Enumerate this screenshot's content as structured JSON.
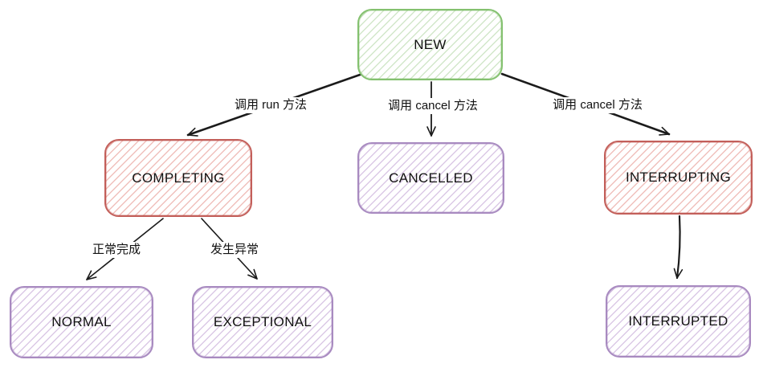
{
  "diagram": {
    "type": "state-diagram",
    "nodes": [
      {
        "id": "new",
        "label": "NEW",
        "color": "green"
      },
      {
        "id": "completing",
        "label": "COMPLETING",
        "color": "red"
      },
      {
        "id": "cancelled",
        "label": "CANCELLED",
        "color": "purple"
      },
      {
        "id": "interrupting",
        "label": "INTERRUPTING",
        "color": "red"
      },
      {
        "id": "normal",
        "label": "NORMAL",
        "color": "purple"
      },
      {
        "id": "exceptional",
        "label": "EXCEPTIONAL",
        "color": "purple"
      },
      {
        "id": "interrupted",
        "label": "INTERRUPTED",
        "color": "purple"
      }
    ],
    "edges": [
      {
        "from": "new",
        "to": "completing",
        "label": "调用 run 方法"
      },
      {
        "from": "new",
        "to": "cancelled",
        "label": "调用 cancel 方法"
      },
      {
        "from": "new",
        "to": "interrupting",
        "label": "调用 cancel 方法"
      },
      {
        "from": "completing",
        "to": "normal",
        "label": "正常完成"
      },
      {
        "from": "completing",
        "to": "exceptional",
        "label": "发生异常"
      },
      {
        "from": "interrupting",
        "to": "interrupted",
        "label": ""
      }
    ],
    "colors": {
      "green_border": "#84c16f",
      "green_hatch": "#d2e7ca",
      "red_border": "#c35f5a",
      "red_hatch": "#f0c0bc",
      "purple_border": "#a88ac0",
      "purple_hatch": "#dbc9e6",
      "line": "#1b1b1b",
      "text": "#111111",
      "background": "#ffffff"
    }
  }
}
